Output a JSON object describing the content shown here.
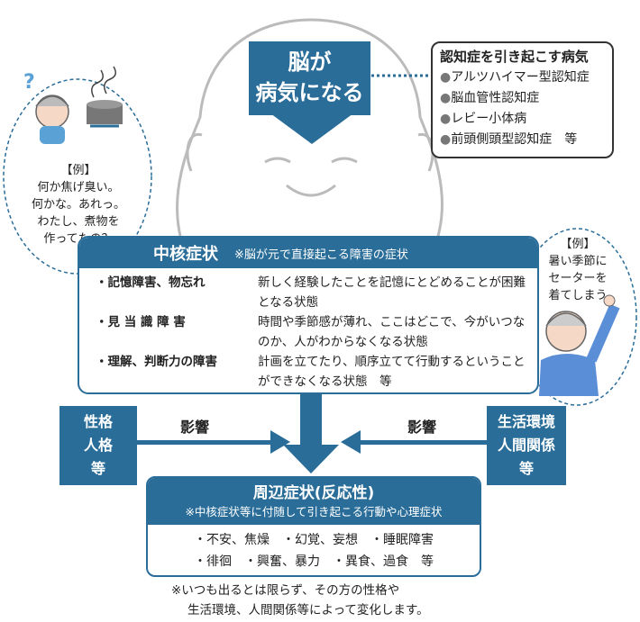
{
  "brain": {
    "line1": "脳が",
    "line2": "病気になる"
  },
  "diseases": {
    "title": "認知症を引き起こす病気",
    "items": [
      "アルツハイマー型認知症",
      "脳血管性認知症",
      "レビー小体病",
      "前頭側頭型認知症　等"
    ]
  },
  "left_bubble": {
    "lines": [
      "【例】",
      "何か焦げ臭い。",
      "何かな。あれっ。",
      "わたし、煮物を",
      "作ってたの？"
    ]
  },
  "right_bubble": {
    "lines": [
      "【例】",
      "暑い季節に",
      "セーターを",
      "着てしまう"
    ]
  },
  "core": {
    "title": "中核症状",
    "note": "※脳が元で直接起こる障害の症状",
    "rows": [
      {
        "label": "・記憶障害、物忘れ",
        "desc": "新しく経験したことを記憶にとどめることが困難となる状態"
      },
      {
        "label": "・見 当 識 障 害",
        "desc": "時間や季節感が薄れ、ここはどこで、今がいつなのか、人がわからなくなる状態"
      },
      {
        "label": "・理解、判断力の障害",
        "desc": "計画を立てたり、順序立てて行動するということができなくなる状態　等"
      }
    ]
  },
  "left_factor": {
    "lines": [
      "性格",
      "人格",
      "等"
    ]
  },
  "right_factor": {
    "lines": [
      "生活環境",
      "人間関係",
      "等"
    ]
  },
  "influence_label": "影響",
  "peripheral": {
    "title": "周辺症状(反応性)",
    "subtitle": "※中核症状等に付随して引き起こる行動や心理症状",
    "rows": [
      "・不安、焦燥　・幻覚、妄想　・睡眠障害",
      "・徘徊　・興奮、暴力　・異食、過食　等"
    ]
  },
  "footnote": {
    "lines": [
      "※いつも出るとは限らず、その方の性格や",
      "生活環境、人間関係等によって変化します。"
    ]
  },
  "colors": {
    "accent": "#2a6d99",
    "outline": "#333333"
  }
}
